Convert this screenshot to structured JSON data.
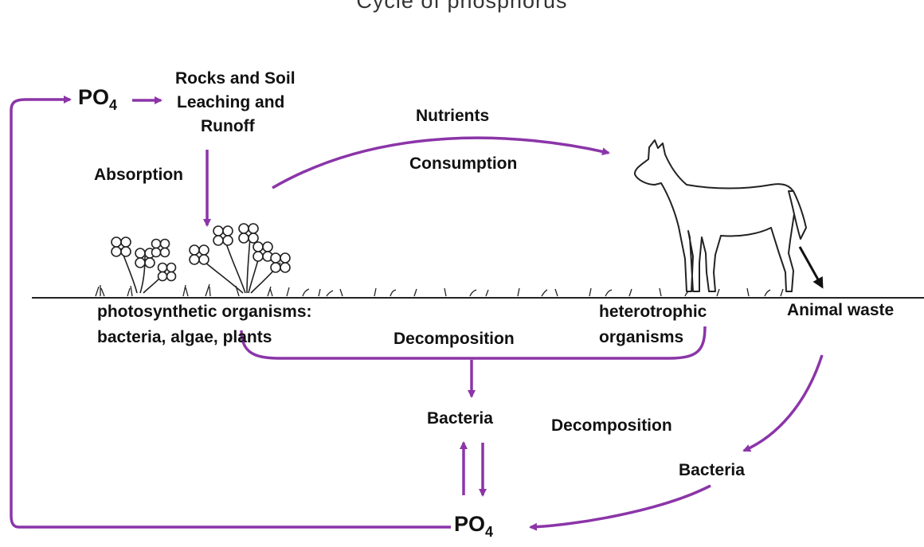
{
  "title": "Cycle of phosphorus",
  "colors": {
    "arrow": "#8B35A8",
    "ground": "#222222",
    "text": "#111111"
  },
  "labels": {
    "po4_top": "PO",
    "po4_top_sub": "4",
    "rocks": "Rocks and Soil",
    "leaching": "Leaching and",
    "runoff": "Runoff",
    "absorption": "Absorption",
    "nutrients": "Nutrients",
    "consumption": "Consumption",
    "photo_line1": "photosynthetic organisms:",
    "photo_line2": "bacteria, algae, plants",
    "decomposition_left": "Decomposition",
    "hetero_line1": "heterotrophic",
    "hetero_line2": "organisms",
    "animal_waste": "Animal waste",
    "bacteria_center": "Bacteria",
    "decomposition_right": "Decomposition",
    "bacteria_right": "Bacteria",
    "po4_bottom": "PO",
    "po4_bottom_sub": "4"
  },
  "icons": [
    "horse-icon",
    "flower-icon",
    "grass-icon"
  ]
}
